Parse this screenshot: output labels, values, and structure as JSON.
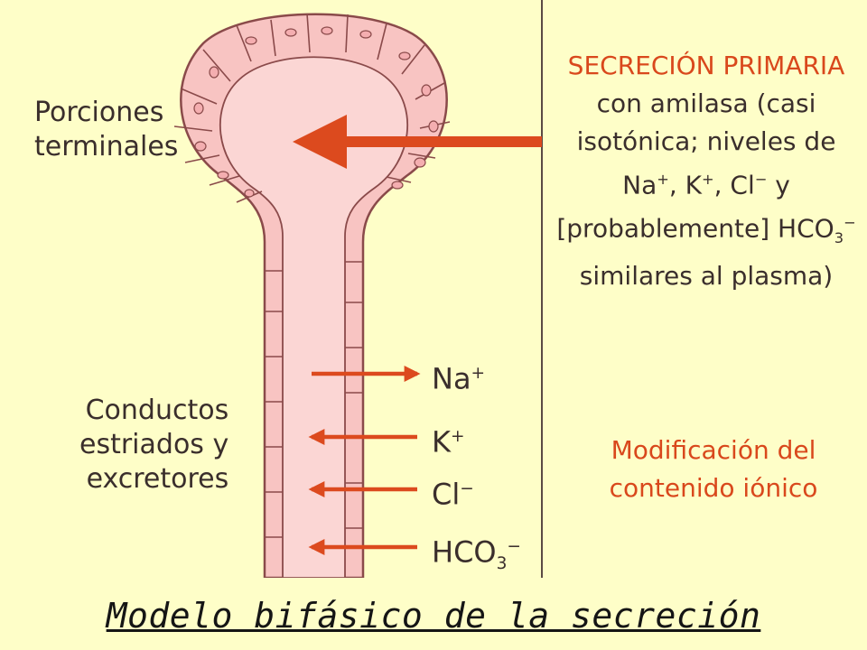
{
  "diagram": {
    "left_labels": {
      "terminal_portions": [
        "Porciones",
        "terminales"
      ],
      "ducts": [
        "Conductos",
        "estriados y",
        "excretores"
      ]
    },
    "right_panel": {
      "primary_title": "SECRECIÓN PRIMARIA",
      "primary_lines": [
        "con amilasa (casi",
        "isotónica; niveles de",
        "Na",
        "+",
        ", K",
        "+",
        ", Cl",
        "−",
        " y",
        "[probablemente] HCO",
        "3",
        "−",
        "similares al plasma)"
      ],
      "modification": [
        "Modificación del",
        "contenido iónico"
      ]
    },
    "ions": [
      {
        "base": "Na",
        "sup": "+",
        "sub": "",
        "direction": "out"
      },
      {
        "base": "K",
        "sup": "+",
        "sub": "",
        "direction": "in"
      },
      {
        "base": "Cl",
        "sup": "−",
        "sub": "",
        "direction": "in"
      },
      {
        "base": "HCO",
        "sup": "−",
        "sub": "3",
        "direction": "in"
      }
    ],
    "colors": {
      "gland_fill": "#f8c4c2",
      "gland_outline": "#8a4a4a",
      "arrow": "#dc4a1e",
      "panel_bg": "#fefec8"
    }
  },
  "caption": "Modelo bifásico de la secreción"
}
